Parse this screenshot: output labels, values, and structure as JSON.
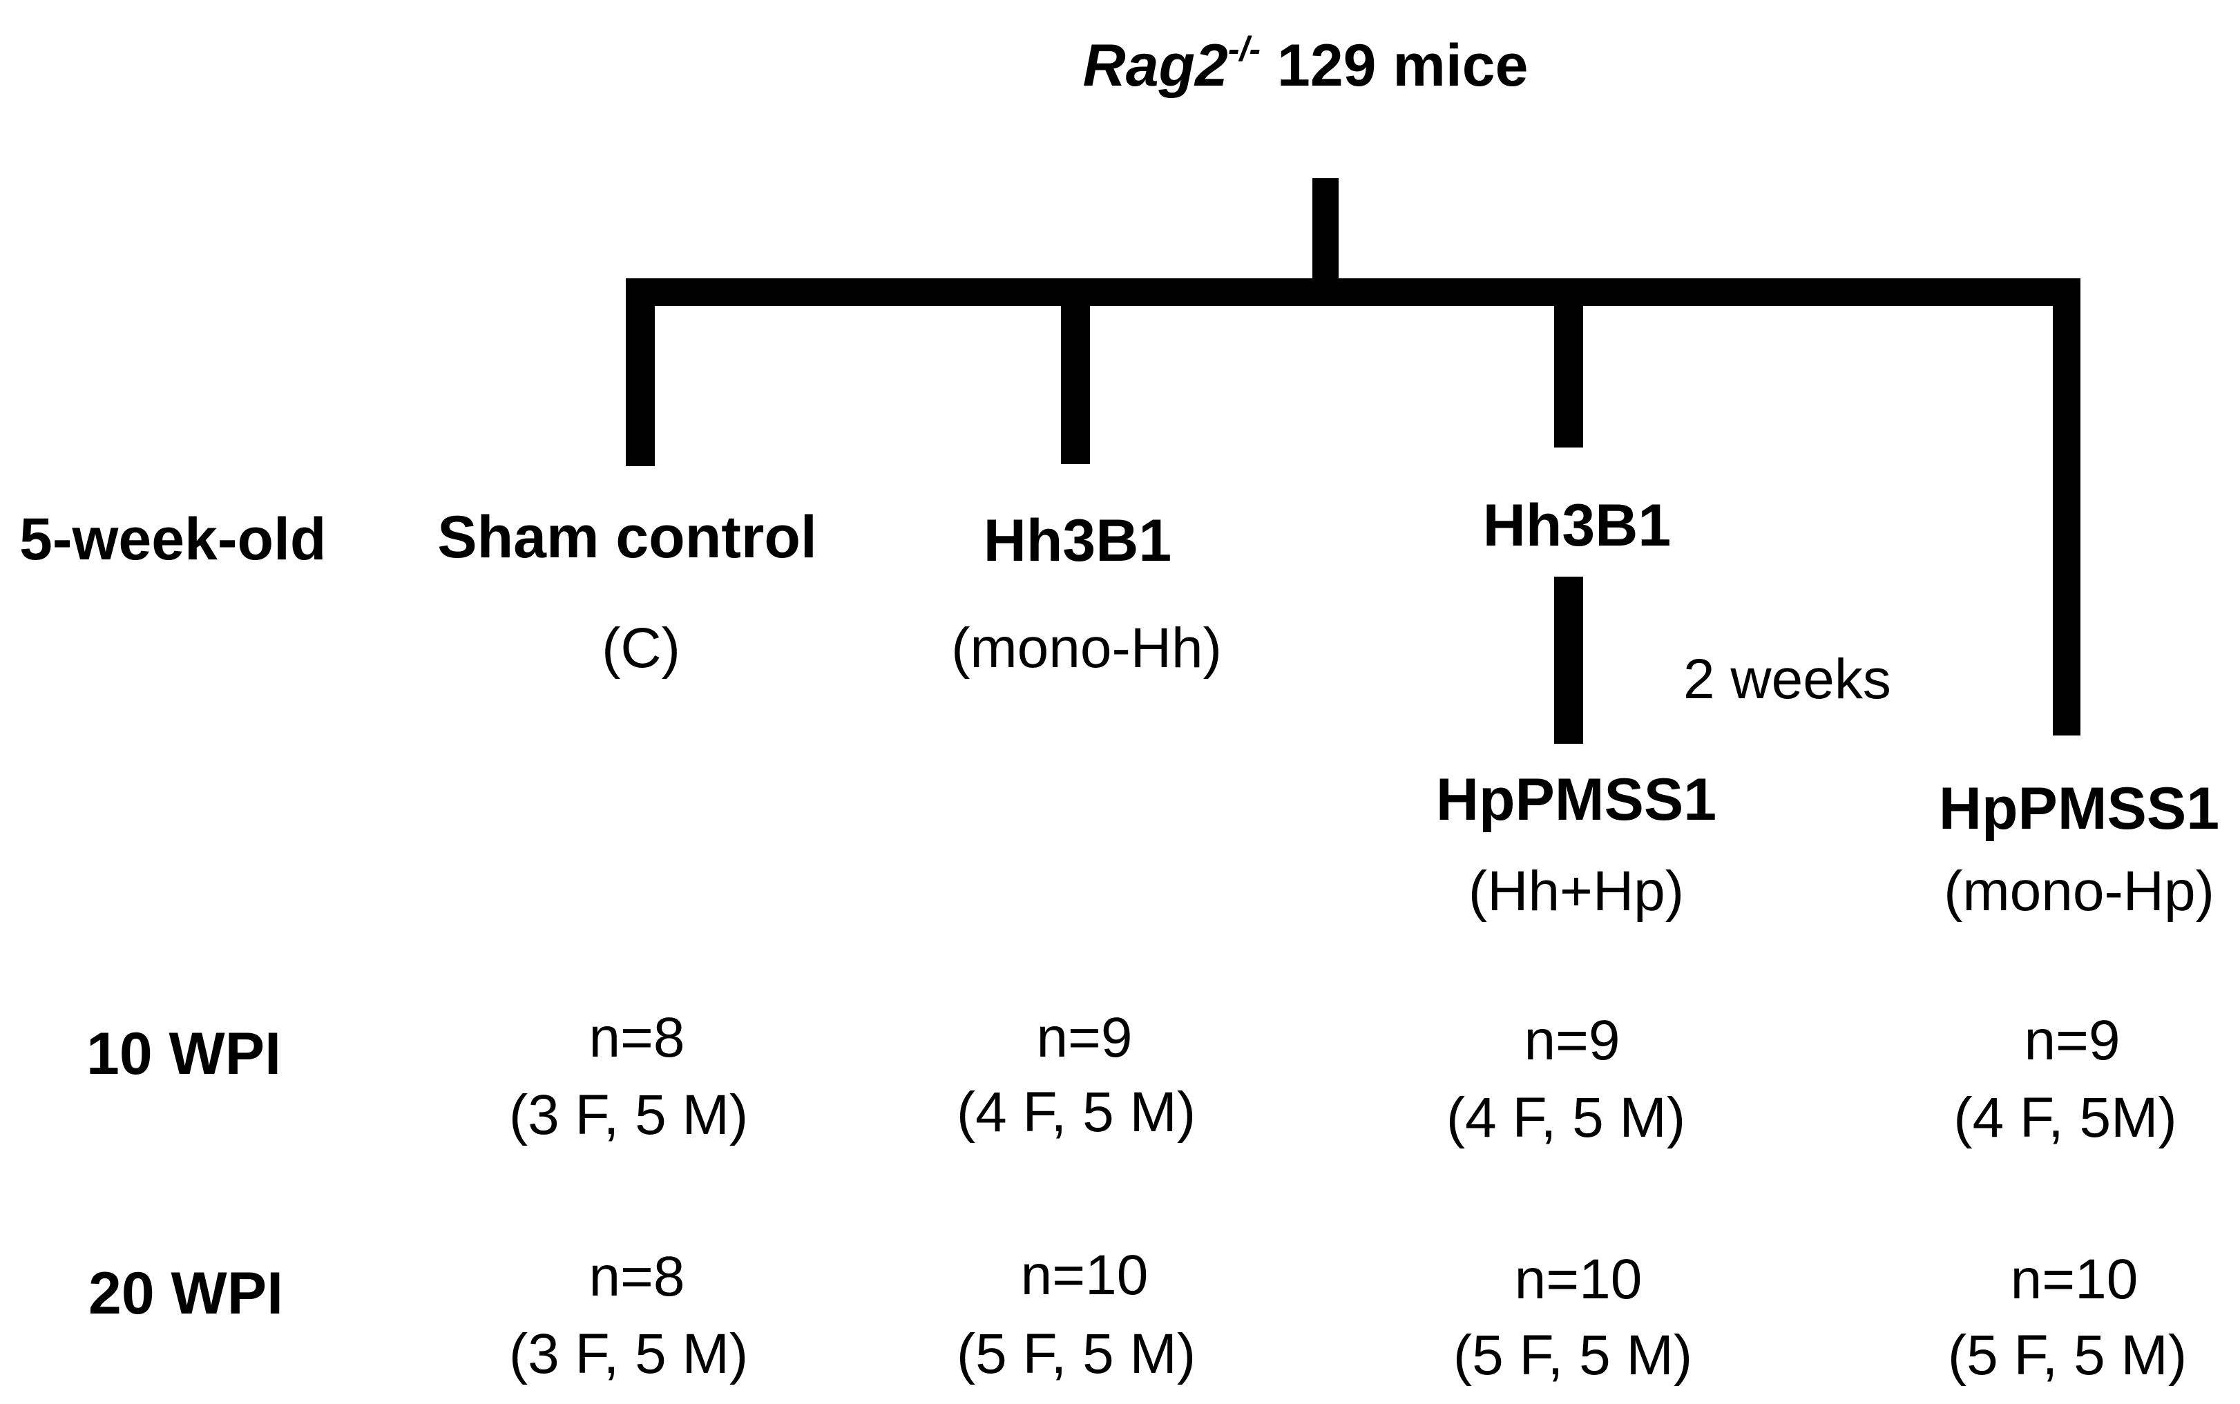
{
  "title": {
    "gene": "Rag2",
    "superscript": "-/-",
    "rest": "129 mice"
  },
  "rows": {
    "age": "5-week-old",
    "wpi10": "10 WPI",
    "wpi20": "20 WPI"
  },
  "groups": [
    {
      "strain": "Sham control",
      "abbrev": "(C)",
      "wpi10_n": "n=8",
      "wpi10_sex": "(3 F, 5 M)",
      "wpi20_n": "n=8",
      "wpi20_sex": "(3 F, 5 M)"
    },
    {
      "strain": "Hh3B1",
      "abbrev": "(mono-Hh)",
      "wpi10_n": "n=9",
      "wpi10_sex": "(4 F, 5 M)",
      "wpi20_n": "n=10",
      "wpi20_sex": "(5 F, 5 M)"
    },
    {
      "strain": "Hh3B1",
      "second_strain": "HpPMSS1",
      "abbrev": "(Hh+Hp)",
      "interval": "2 weeks",
      "wpi10_n": "n=9",
      "wpi10_sex": "(4 F, 5 M)",
      "wpi20_n": "n=10",
      "wpi20_sex": "(5 F, 5 M)"
    },
    {
      "strain": "HpPMSS1",
      "abbrev": "(mono-Hp)",
      "wpi10_n": "n=9",
      "wpi10_sex": "(4 F, 5M)",
      "wpi20_n": "n=10",
      "wpi20_sex": "(5 F, 5 M)"
    }
  ]
}
